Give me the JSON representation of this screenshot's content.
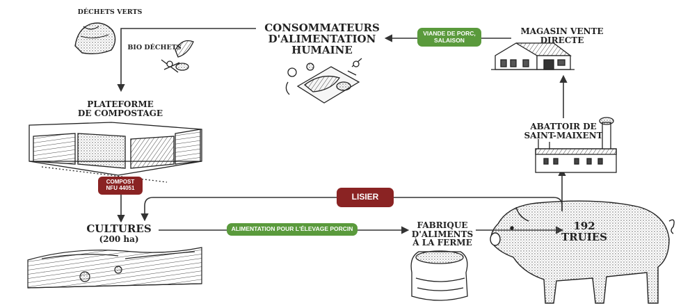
{
  "nodes": {
    "dechets_verts": "DÉCHETS VERTS",
    "bio_dechets": "BIO DÉCHETS",
    "consommateurs": [
      "CONSOMMATEURS",
      "D'ALIMENTATION",
      "HUMAINE"
    ],
    "magasin": [
      "MAGASIN VENTE",
      "DIRECTE"
    ],
    "plateforme": [
      "PLATEFORME",
      "DE COMPOSTAGE"
    ],
    "abattoir": [
      "ABATTOIR DE",
      "SAINT-MAIXENT"
    ],
    "cultures": "CULTURES",
    "cultures_area": "(200 ha)",
    "fabrique": [
      "FABRIQUE",
      "D'ALIMENTS",
      "À LA FERME"
    ],
    "truies": [
      "192",
      "TRUIES"
    ]
  },
  "flows": {
    "viande": [
      "VIANDE DE PORC,",
      "SALAISON"
    ],
    "compost": [
      "COMPOST",
      "NFU 44051"
    ],
    "lisier": "LISIER",
    "alimentation": "ALIMENTATION POUR L'ÉLEVAGE PORCIN"
  },
  "colors": {
    "green_tag": "#5a9a3c",
    "red_tag": "#8a2323",
    "ink": "#1f1f1f"
  },
  "icons": [
    "compost-bag-icon",
    "vegetable-scraps-icon",
    "food-platter-icon",
    "farm-shop-icon",
    "compost-bins-icon",
    "slaughterhouse-icon",
    "field-landscape-icon",
    "feed-sack-icon",
    "pig-icon"
  ]
}
